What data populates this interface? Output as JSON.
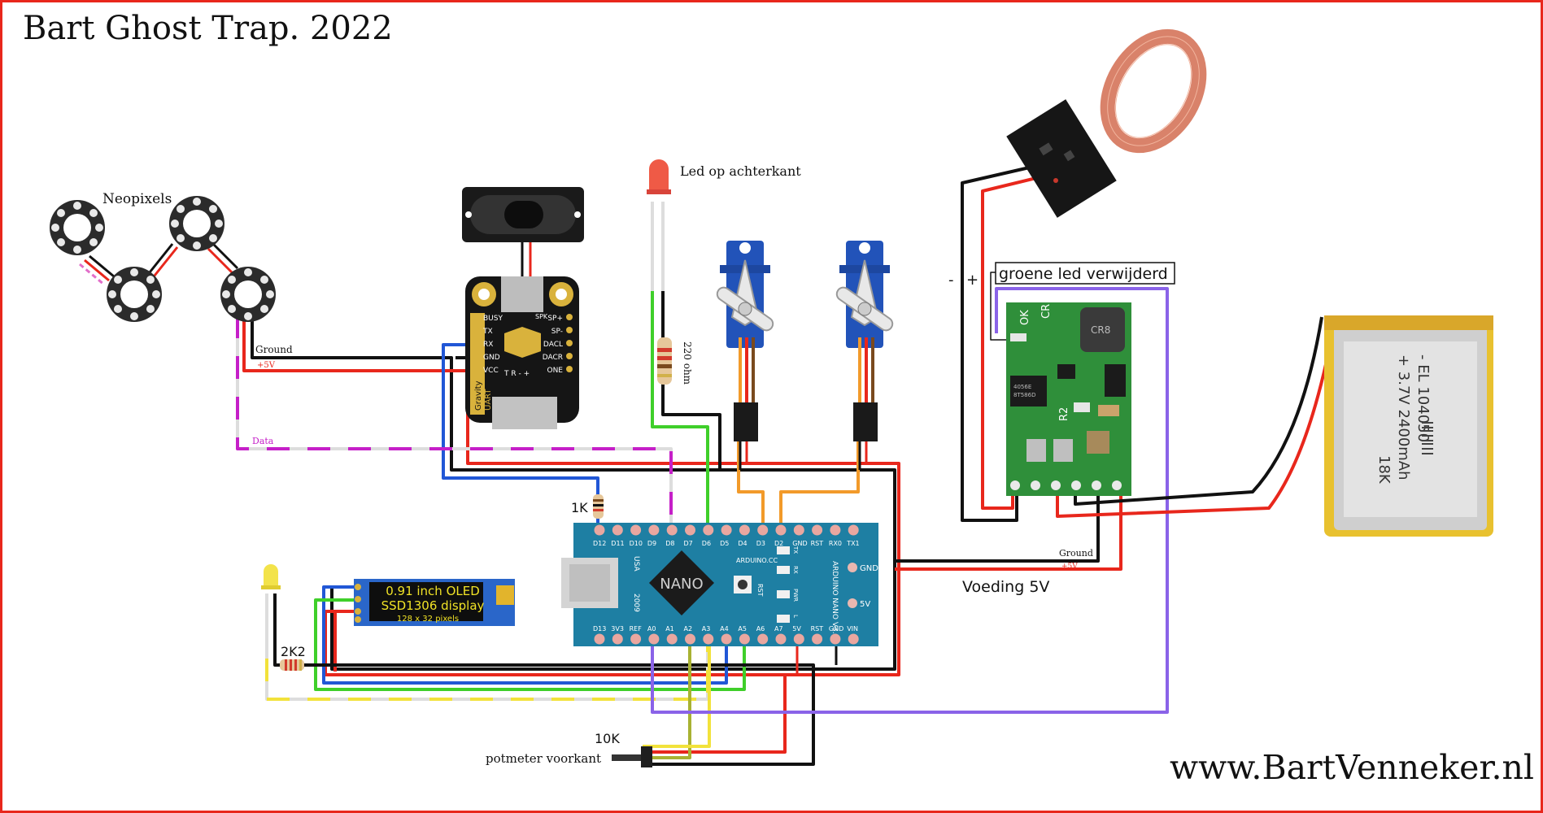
{
  "title": "Bart Ghost Trap. 2022",
  "website": "www.BartVenneker.nl",
  "labels": {
    "neopixels": "Neopixels",
    "led_back": "Led op achterkant",
    "resistor_220": "220 ohm",
    "resistor_1k": "1K",
    "resistor_2k2": "2K2",
    "pot_value": "10K",
    "pot_label": "potmeter voorkant",
    "green_led_removed": "groene led verwijderd",
    "voeding": "Voeding 5V",
    "minus": "-",
    "plus": "+",
    "wire_ground": "Ground",
    "wire_5v": "+5V",
    "wire_data": "Data",
    "wire_ground_2": "Ground",
    "wire_5v_2": "+5V"
  },
  "oled": {
    "line1": "0.91 inch OLED",
    "line2": "SSD1306 display",
    "line3": "128 x 32 pixels"
  },
  "mp3": {
    "pins_left": [
      "BUSY",
      "TX",
      "RX",
      "GND",
      "VCC"
    ],
    "pins_right": [
      "SP+",
      "SP-",
      "DACL",
      "DACR",
      "ONE"
    ],
    "brand": "Gravity",
    "brand2": "UART",
    "spk": "SPK",
    "bottom_pins": "T R - +"
  },
  "nano": {
    "chip": "NANO",
    "top_pins": [
      "D12",
      "D11",
      "D10",
      "D9",
      "D8",
      "D7",
      "D6",
      "D5",
      "D4",
      "D3",
      "D2",
      "GND",
      "RST",
      "RX0",
      "TX1"
    ],
    "bottom_pins": [
      "D13",
      "3V3",
      "REF",
      "A0",
      "A1",
      "A2",
      "A3",
      "A4",
      "A5",
      "A6",
      "A7",
      "5V",
      "RST",
      "GND",
      "VIN"
    ],
    "brand": "ARDUINO.CC",
    "model": "ARDUINO NANO V3.0",
    "usa": "USA",
    "year": "2009",
    "rst": "RST",
    "gnd": "GND",
    "v5": "5V",
    "tx": "TX",
    "rx": "RX",
    "pwr": "PWR",
    "l": "L"
  },
  "charger": {
    "ok": "OK",
    "cr": "CR",
    "r2": "R2",
    "ic1": "4056E",
    "ic2": "8T586D",
    "inductor": "CR8"
  },
  "battery": {
    "text1": "- EL 104050",
    "text2": "+ 3.7V 2400mAh",
    "text3": "18K"
  },
  "colors": {
    "frame": "#e8271c",
    "wire_red": "#e8271c",
    "wire_black": "#111111",
    "wire_blue": "#2157d6",
    "wire_green": "#3fcf2a",
    "wire_yellow": "#f2e23b",
    "wire_purple": "#8a63e8",
    "wire_magenta": "#c51fc8",
    "wire_orange": "#f29a2a",
    "nano_board": "#1e7fa3",
    "charger_board": "#2f8f3a",
    "mp3_board": "#151515",
    "oled_board": "#2a66c9"
  }
}
